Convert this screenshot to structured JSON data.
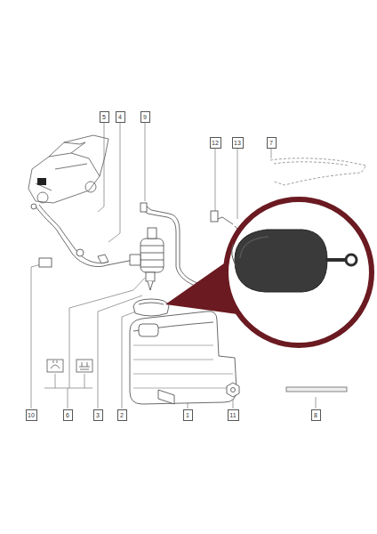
{
  "diagram": {
    "nodes": [
      {
        "text": [
          "5"
        ]
      },
      {
        "text": [
          "4"
        ]
      },
      {
        "text": [
          "9"
        ]
      },
      {
        "text": [
          "12"
        ]
      },
      {
        "text": [
          "13"
        ]
      },
      {
        "text": [
          "7"
        ]
      },
      {
        "text": [
          "10"
        ]
      },
      {
        "text": [
          "6"
        ]
      },
      {
        "text": [
          "3"
        ]
      },
      {
        "text": [
          "2"
        ]
      },
      {
        "text": [
          "1"
        ]
      },
      {
        "text": [
          "11"
        ]
      },
      {
        "text": [
          "8"
        ]
      }
    ]
  }
}
